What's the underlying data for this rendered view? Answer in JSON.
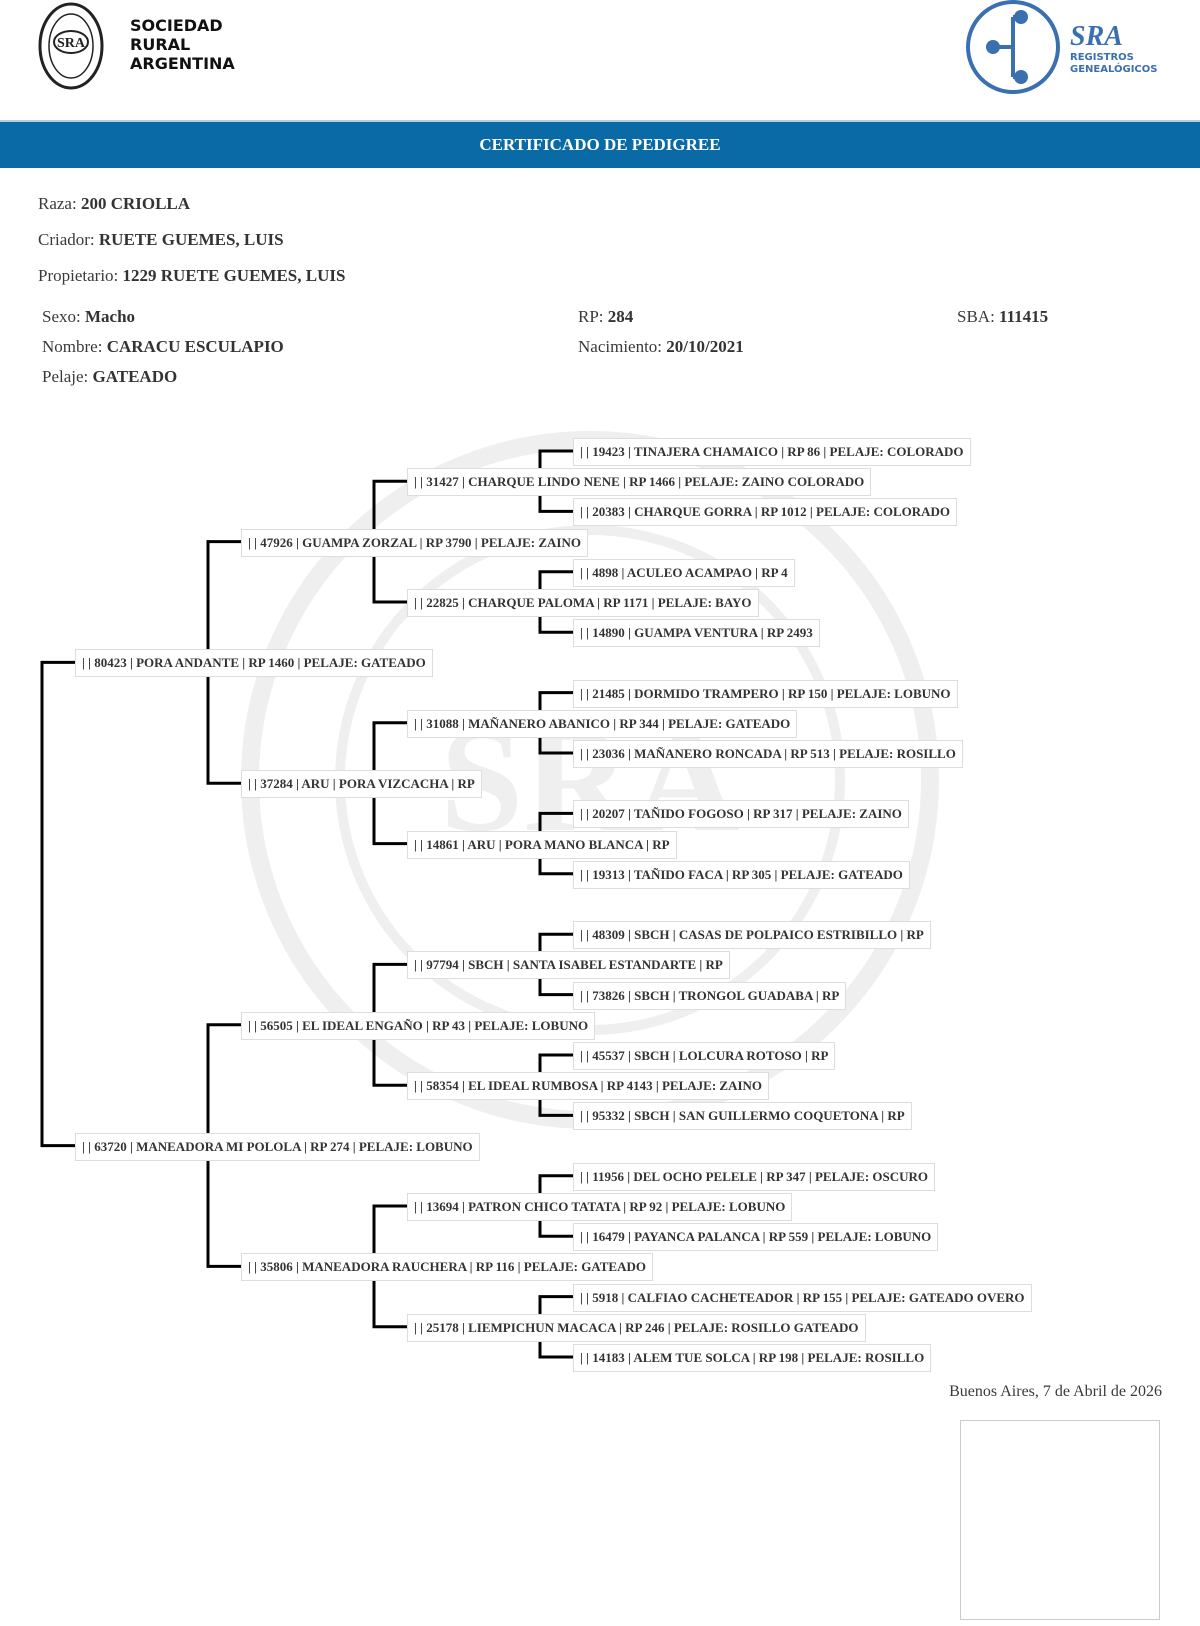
{
  "header": {
    "left_logo_text": [
      "SOCIEDAD",
      "RURAL",
      "ARGENTINA"
    ],
    "left_logo_seal": "SRA",
    "right_logo_title": "SRA",
    "right_logo_sub": [
      "REGISTROS",
      "GENEALÓGICOS"
    ],
    "banner_title": "CERTIFICADO DE PEDIGREE",
    "brand_color": "#0a6aa6"
  },
  "info": {
    "raza_label": "Raza:",
    "raza": "200 CRIOLLA",
    "criador_label": "Criador:",
    "criador": "RUETE GUEMES, LUIS",
    "propietario_label": "Propietario:",
    "propietario": "1229 RUETE GUEMES, LUIS",
    "sexo_label": "Sexo:",
    "sexo": "Macho",
    "rp_label": "RP:",
    "rp": "284",
    "sba_label": "SBA:",
    "sba": "111415",
    "nombre_label": "Nombre:",
    "nombre": "CARACU ESCULAPIO",
    "nacimiento_label": "Nacimiento:",
    "nacimiento": "20/10/2021",
    "pelaje_label": "Pelaje:",
    "pelaje": "GATEADO"
  },
  "pedigree": {
    "level1": [
      "| | 80423 | PORA ANDANTE | RP 1460 | PELAJE: GATEADO",
      "| | 63720 | MANEADORA MI POLOLA | RP 274 | PELAJE: LOBUNO"
    ],
    "level2": [
      "| | 47926 | GUAMPA ZORZAL | RP 3790 | PELAJE: ZAINO",
      "| | 37284 | ARU | PORA VIZCACHA | RP",
      "| | 56505 | EL IDEAL ENGAÑO | RP 43 | PELAJE: LOBUNO",
      "| | 35806 | MANEADORA RAUCHERA | RP 116 | PELAJE: GATEADO"
    ],
    "level3": [
      "| | 31427 | CHARQUE LINDO NENE | RP 1466 | PELAJE: ZAINO COLORADO",
      "| | 22825 | CHARQUE PALOMA | RP 1171 | PELAJE: BAYO",
      "| | 31088 | MAÑANERO ABANICO | RP 344 | PELAJE: GATEADO",
      "| | 14861 | ARU | PORA MANO BLANCA | RP",
      "| | 97794 | SBCH | SANTA ISABEL ESTANDARTE | RP",
      "| | 58354 | EL IDEAL RUMBOSA | RP 4143 | PELAJE: ZAINO",
      "| | 13694 | PATRON CHICO TATATA | RP 92 | PELAJE: LOBUNO",
      "| | 25178 | LIEMPICHUN MACACA | RP 246 | PELAJE: ROSILLO GATEADO"
    ],
    "level4": [
      "| | 19423 | TINAJERA CHAMAICO | RP 86 | PELAJE: COLORADO",
      "| | 20383 | CHARQUE GORRA | RP 1012 | PELAJE: COLORADO",
      "| | 4898 | ACULEO ACAMPAO | RP 4",
      "| | 14890 | GUAMPA VENTURA | RP 2493",
      "| | 21485 | DORMIDO TRAMPERO | RP 150 | PELAJE: LOBUNO",
      "| | 23036 | MAÑANERO RONCADA | RP 513 | PELAJE: ROSILLO",
      "| | 20207 | TAÑIDO FOGOSO | RP 317 | PELAJE: ZAINO",
      "| | 19313 | TAÑIDO FACA | RP 305 | PELAJE: GATEADO",
      "| | 48309 | SBCH | CASAS DE POLPAICO ESTRIBILLO | RP",
      "| | 73826 | SBCH | TRONGOL GUADABA | RP",
      "| | 45537 | SBCH | LOLCURA ROTOSO | RP",
      "| | 95332 | SBCH | SAN GUILLERMO COQUETONA | RP",
      "| | 11956 | DEL OCHO PELELE | RP 347 | PELAJE: OSCURO",
      "| | 16479 | PAYANCA PALANCA | RP 559 | PELAJE: LOBUNO",
      "| | 5918 | CALFIAO CACHETEADOR | RP 155 | PELAJE: GATEADO OVERO",
      "| | 14183 | ALEM TUE SOLCA | RP 198 | PELAJE: ROSILLO"
    ]
  },
  "footer": {
    "date": "Buenos Aires, 7 de Abril de 2026"
  }
}
